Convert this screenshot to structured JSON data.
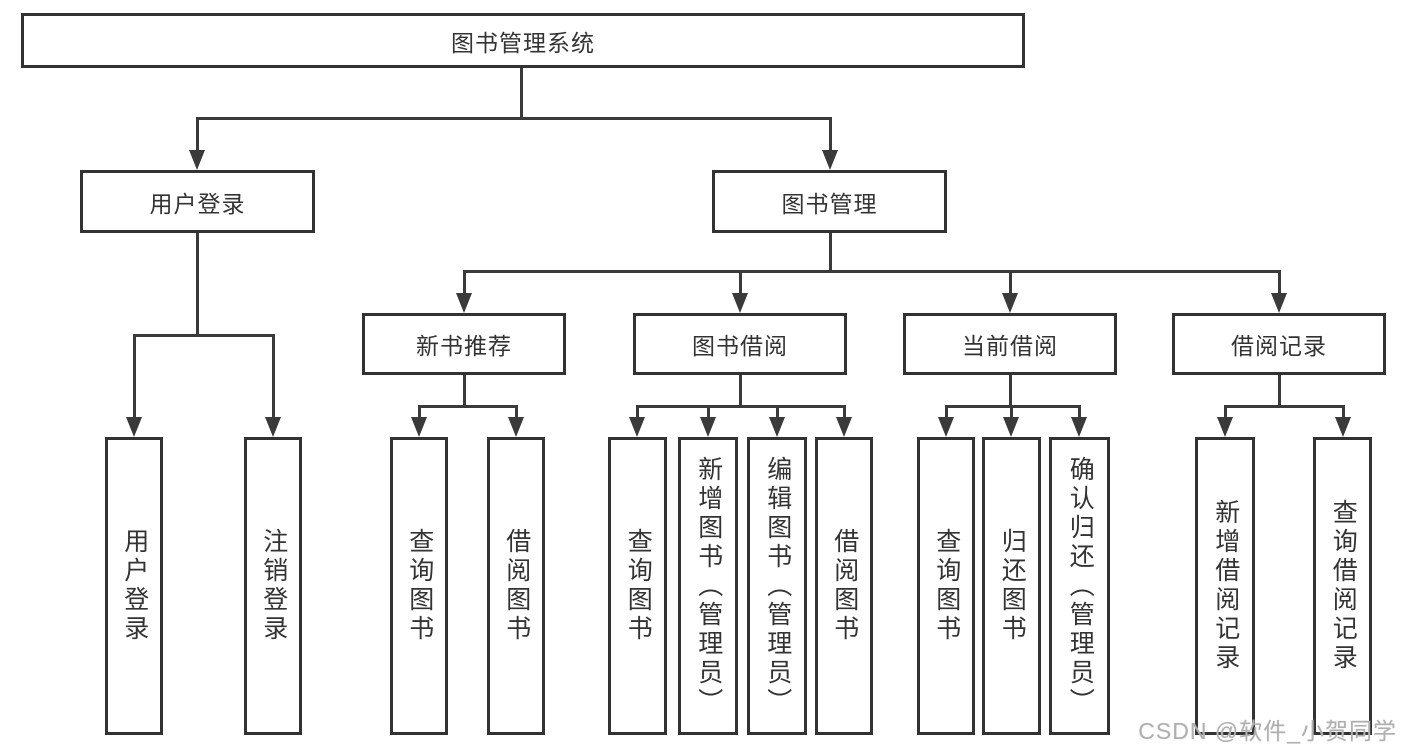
{
  "diagram": {
    "root": {
      "label": "图书管理系统"
    },
    "level1": [
      {
        "label": "用户登录"
      },
      {
        "label": "图书管理"
      }
    ],
    "level2": [
      {
        "label": "新书推荐"
      },
      {
        "label": "图书借阅"
      },
      {
        "label": "当前借阅"
      },
      {
        "label": "借阅记录"
      }
    ],
    "leaves": {
      "user_login": [
        "用户登录",
        "注销登录"
      ],
      "new_books": [
        "查询图书",
        "借阅图书"
      ],
      "book_borrow": [
        "查询图书",
        "新增图书（管理员）",
        "编辑图书（管理员）",
        "借阅图书"
      ],
      "current_borrow": [
        "查询图书",
        "归还图书",
        "确认归还（管理员）"
      ],
      "borrow_records": [
        "新增借阅记录",
        "查询借阅记录"
      ]
    },
    "colors": {
      "border": "#323232",
      "line": "#3a3a3a",
      "text": "#333333",
      "background": "#ffffff",
      "watermark": "#b0b0b0"
    }
  },
  "watermark": {
    "text": "CSDN @软件_小贺同学"
  }
}
